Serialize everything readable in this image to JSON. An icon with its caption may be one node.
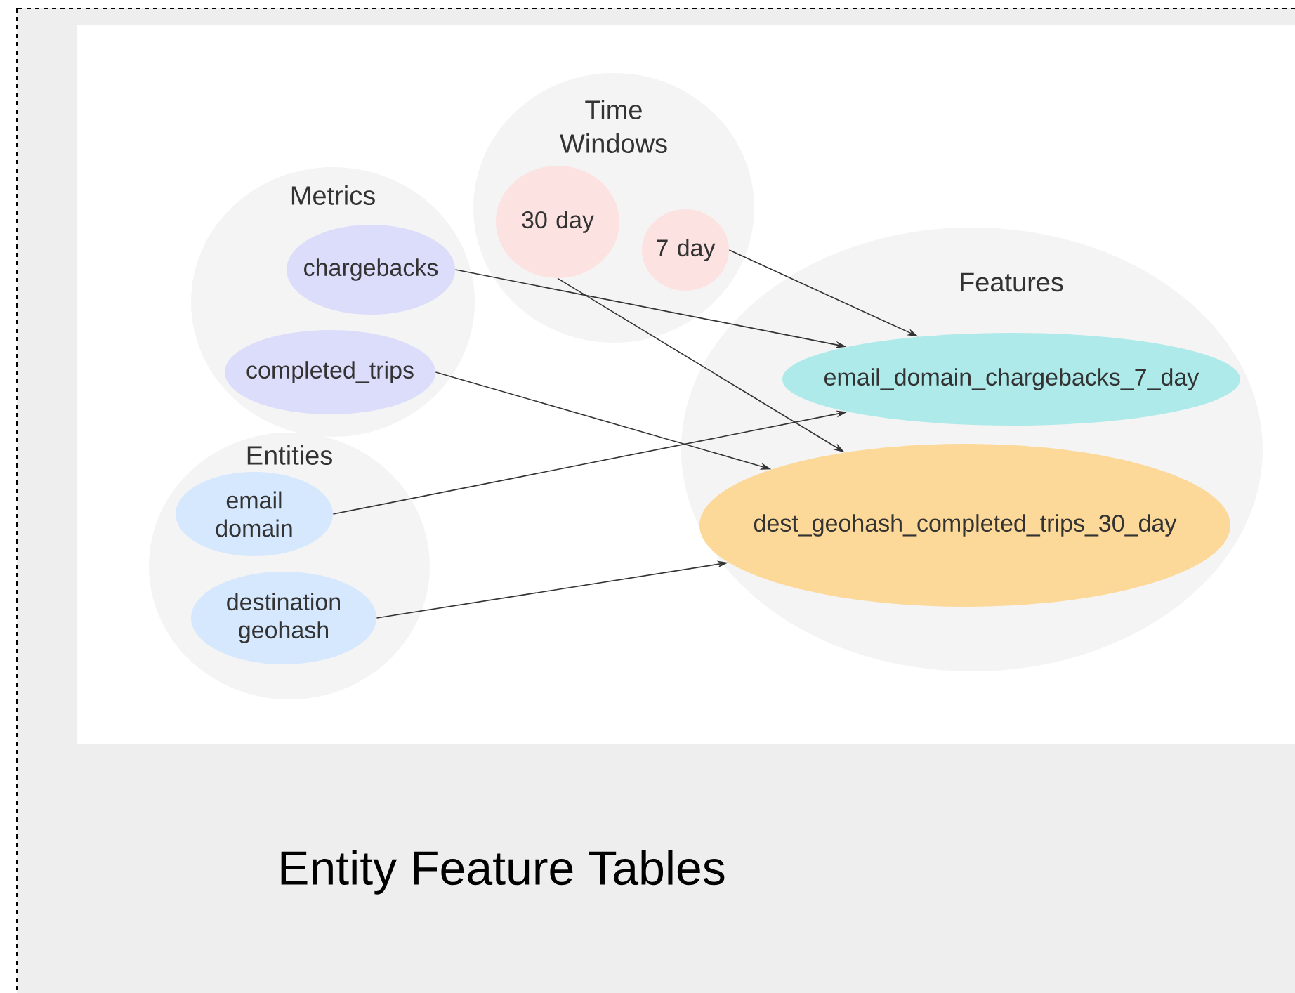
{
  "diagram": {
    "caption": "Entity Feature Tables",
    "nodes": [
      {
        "text": [
          "Time Windows"
        ]
      },
      {
        "text": [
          "30 day"
        ],
        "in": 0
      },
      {
        "text": [
          "7 day"
        ],
        "in": 0
      },
      {
        "text": [
          "Metrics"
        ]
      },
      {
        "text": [
          "chargebacks"
        ],
        "in": 3
      },
      {
        "text": [
          "completed_trips"
        ],
        "in": 3
      },
      {
        "text": [
          "Entities"
        ]
      },
      {
        "text": [
          "email domain"
        ],
        "in": 6
      },
      {
        "text": [
          "destination geohash"
        ],
        "in": 6
      },
      {
        "text": [
          "Features"
        ]
      },
      {
        "text": [
          "email_domain_chargebacks_7_day"
        ],
        "in": 9
      },
      {
        "text": [
          "dest_geohash_completed_trips_30_day"
        ],
        "in": 9
      }
    ],
    "edges": [
      {
        "from": 4,
        "to": 10,
        "arrow": "to"
      },
      {
        "from": 2,
        "to": 10,
        "arrow": "to"
      },
      {
        "from": 7,
        "to": 10,
        "arrow": "to"
      },
      {
        "from": 1,
        "to": 11,
        "arrow": "to"
      },
      {
        "from": 5,
        "to": 11,
        "arrow": "to"
      },
      {
        "from": 8,
        "to": 11,
        "arrow": "to"
      }
    ]
  }
}
